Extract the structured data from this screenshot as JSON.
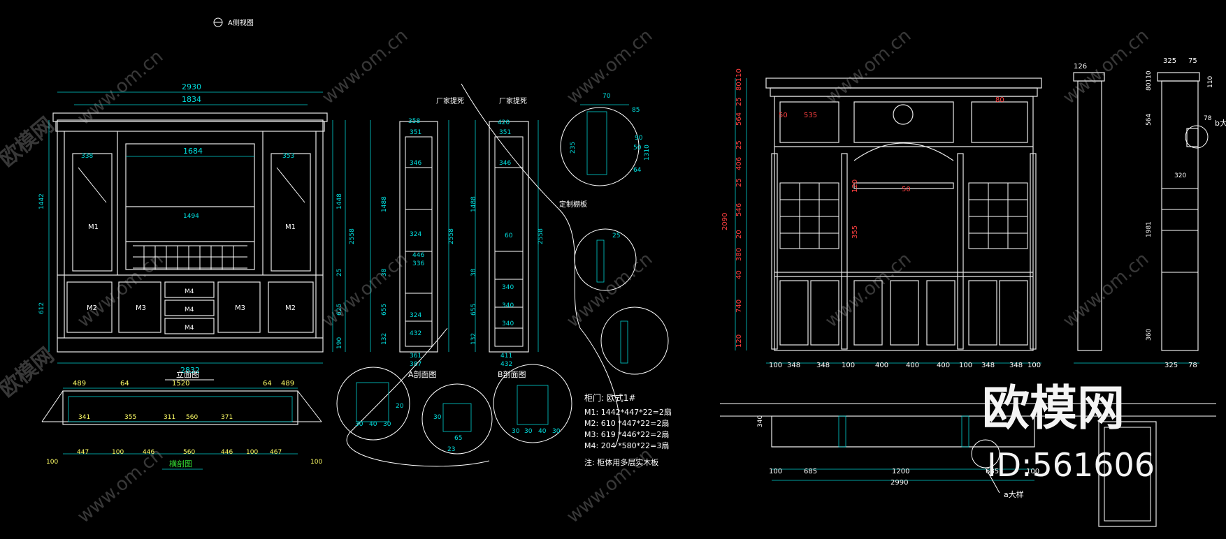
{
  "drawing": {
    "view_header": "A侧视图",
    "front_elevation": {
      "title": "立面图",
      "dims_top": [
        "2930",
        "1834",
        "1684"
      ],
      "dims_left": [
        "1442",
        "612"
      ],
      "dims_right": [
        "1448",
        "2558",
        "25",
        "625",
        "190"
      ],
      "dims_inner": [
        "338",
        "353",
        "1494"
      ],
      "dims_bottom": "2832",
      "labels": [
        "M1",
        "M1",
        "M2",
        "M3",
        "M4",
        "M4",
        "M4",
        "M3",
        "M2"
      ]
    },
    "plan_view": {
      "title": "横剖图",
      "dims_top": [
        "489",
        "64",
        "1520",
        "64",
        "489"
      ],
      "dims_inner": [
        "341",
        "355",
        "311",
        "560",
        "371"
      ],
      "dims_bottom": [
        "100",
        "447",
        "100",
        "446",
        "560",
        "446",
        "100",
        "467",
        "100"
      ]
    },
    "section_a": {
      "title": "A剖面图",
      "note": "厂家提死",
      "dims": [
        "358",
        "351",
        "346",
        "324",
        "446",
        "336",
        "324",
        "432",
        "361",
        "387"
      ],
      "height_dims": [
        "1488",
        "2558",
        "38",
        "655",
        "132"
      ]
    },
    "section_b": {
      "title": "B剖面图",
      "note": "厂家提死",
      "dims": [
        "420",
        "351",
        "60",
        "346",
        "340",
        "340",
        "340",
        "411",
        "432"
      ],
      "height_dims": [
        "1488",
        "2558",
        "38",
        "655",
        "132"
      ],
      "side_note": "定制棚板"
    },
    "door_schedule": {
      "title": "柜门: 欧式1#",
      "rows": [
        "M1: 1442*447*22=2扇",
        "M2: 610 *447*22=2扇",
        "M3: 619 *446*22=2扇",
        "M4: 204 *580*22=3扇"
      ],
      "note": "注: 柜体用多层实木板"
    },
    "detail_dims": [
      "70",
      "85",
      "90",
      "50",
      "235",
      "64",
      "1310",
      "25",
      "30",
      "40",
      "30",
      "20",
      "30",
      "30",
      "40",
      "30",
      "65",
      "23",
      "30"
    ],
    "right_elevation": {
      "dims_bottom": [
        "100",
        "348",
        "348",
        "100",
        "400",
        "400",
        "400",
        "100",
        "348",
        "348",
        "100"
      ],
      "dims_left": [
        "80110",
        "25",
        "564",
        "25",
        "406",
        "25",
        "546",
        "20",
        "380",
        "40",
        "740",
        "120"
      ],
      "total_height": "2090",
      "inner": [
        "50",
        "535",
        "120",
        "50",
        "355",
        "80"
      ],
      "plan_dims": [
        "100",
        "685",
        "1200",
        "685",
        "100"
      ],
      "plan_total": "2990",
      "plan_left": "340",
      "a_label": "a大样"
    },
    "side_profile": {
      "dims_top": [
        "126",
        "325",
        "75"
      ],
      "dims": [
        "80110",
        "564",
        "1981",
        "360",
        "110",
        "78",
        "320"
      ],
      "dims_bottom": [
        "325",
        "78"
      ],
      "b_label": "b大"
    }
  },
  "watermark": {
    "brand_small": "欧模网",
    "url": "www.om.cn",
    "brand_large": "欧模网",
    "id": "ID:561606"
  }
}
